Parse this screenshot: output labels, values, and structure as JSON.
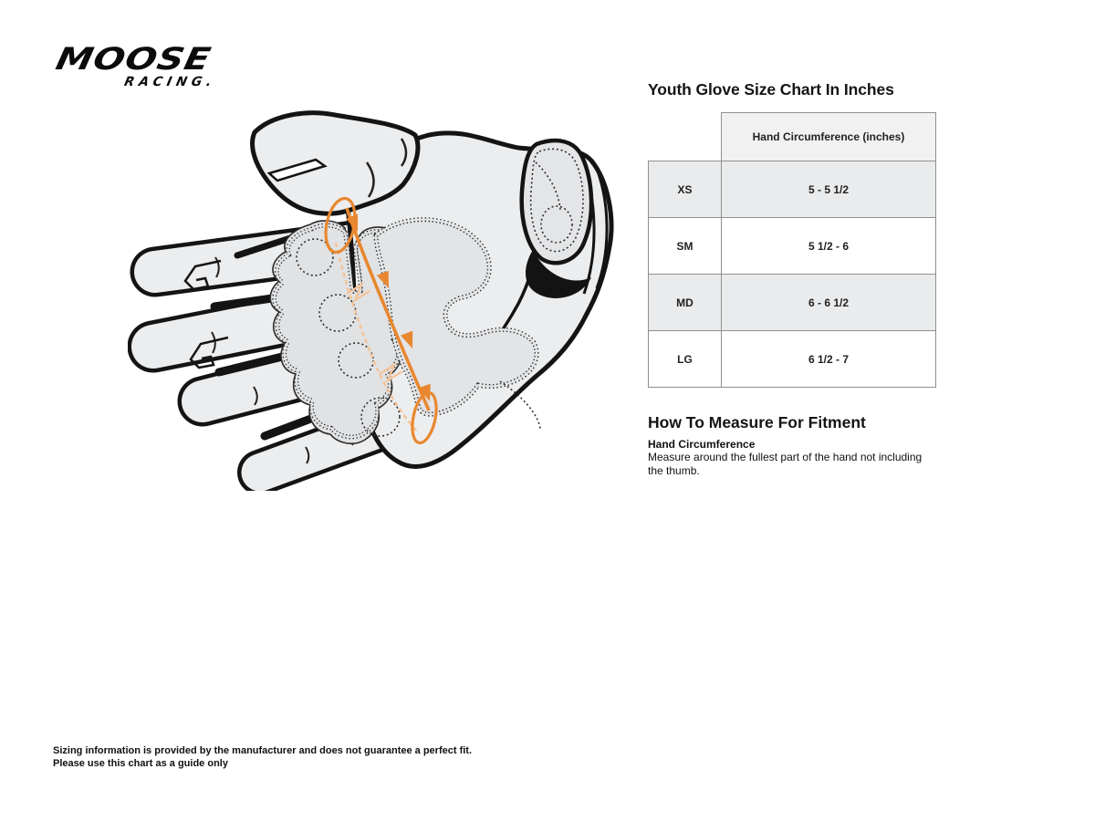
{
  "brand": {
    "name": "MOOSE",
    "tagline": "RACING."
  },
  "size_chart": {
    "title": "Youth Glove Size Chart In Inches",
    "column_header": "Hand Circumference (inches)",
    "rows": [
      {
        "size": "XS",
        "circumference": "5 - 5 1/2"
      },
      {
        "size": "SM",
        "circumference": "5 1/2 - 6"
      },
      {
        "size": "MD",
        "circumference": "6 - 6 1/2"
      },
      {
        "size": "LG",
        "circumference": "6 1/2 - 7"
      }
    ]
  },
  "measure": {
    "title": "How To Measure For Fitment",
    "subtitle": "Hand Circumference",
    "body": "Measure around the fullest part of the hand not including the thumb."
  },
  "disclaimer": {
    "line1": "Sizing information is provided by the manufacturer and does not guarantee a perfect fit.",
    "line2": "Please use this chart as a guide only"
  },
  "colors": {
    "accent_orange": "#E8872F",
    "accent_orange_light": "#F3C59B",
    "table_header_bg": "#F1F1F2",
    "table_row_shade": "#EAEBEC",
    "table_border": "#8F8F8F",
    "outline_black": "#141414",
    "glove_body": "#ECEDEE",
    "glove_pad": "#E0E2E4",
    "text": "#1A1A1A"
  }
}
